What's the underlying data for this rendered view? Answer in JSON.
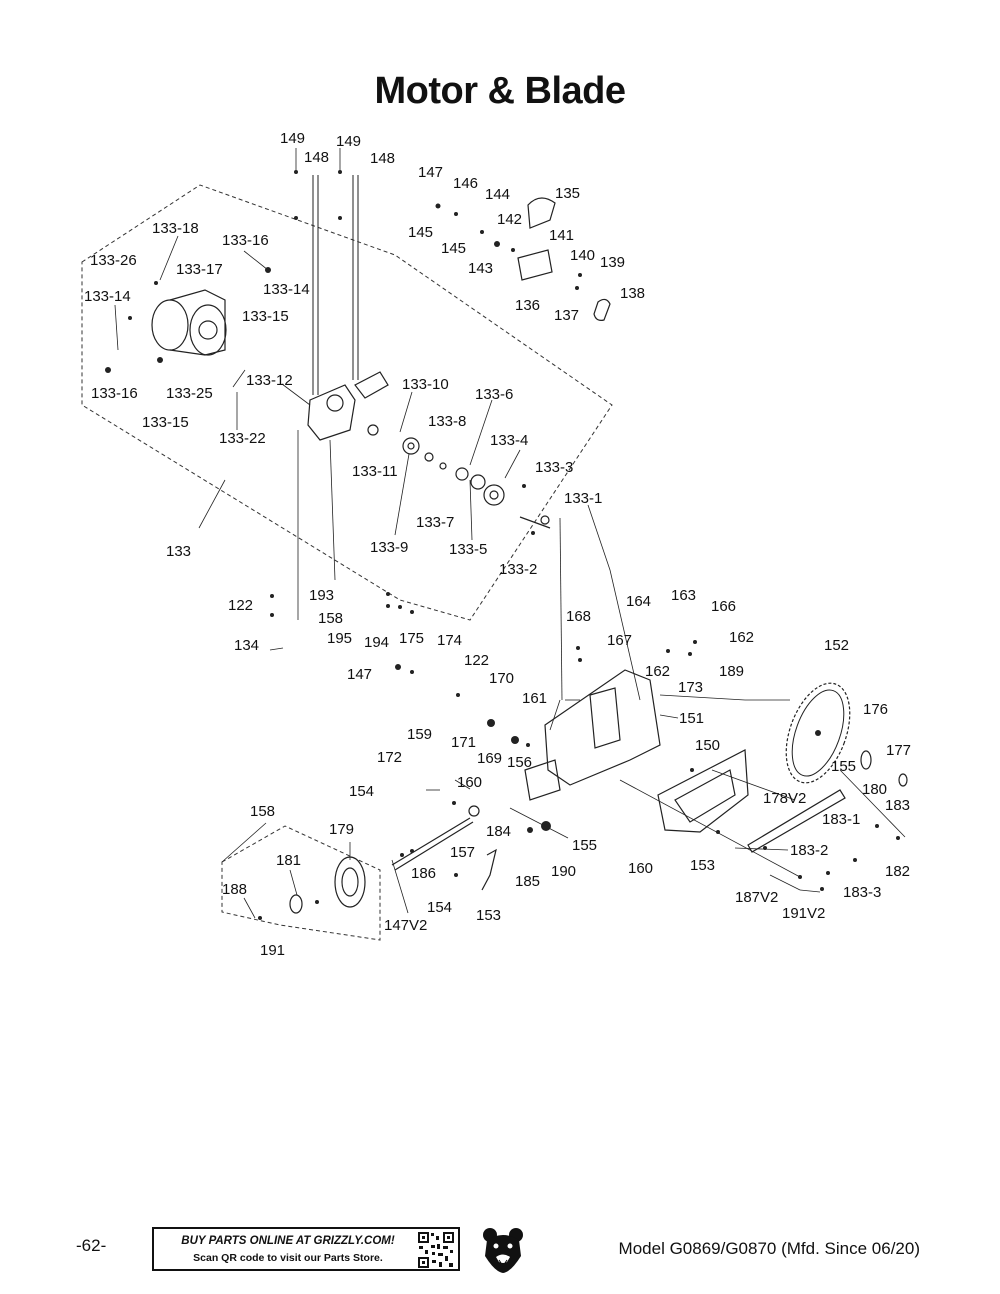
{
  "header": {
    "title": "Motor & Blade"
  },
  "labels": [
    "149",
    "148",
    "149",
    "148",
    "147",
    "146",
    "144",
    "135",
    "145",
    "142",
    "141",
    "145",
    "143",
    "140",
    "139",
    "136",
    "138",
    "137",
    "133-18",
    "133-16",
    "133-26",
    "133-17",
    "133-14",
    "133-14",
    "133-15",
    "133-16",
    "133-25",
    "133-12",
    "133-10",
    "133-6",
    "133-15",
    "133-22",
    "133-8",
    "133-4",
    "133-11",
    "133-3",
    "133-7",
    "133-1",
    "133-9",
    "133-5",
    "133",
    "133-2",
    "193",
    "122",
    "158",
    "168",
    "164",
    "163",
    "166",
    "195",
    "194",
    "175",
    "174",
    "162",
    "134",
    "167",
    "162",
    "152",
    "147",
    "122",
    "189",
    "173",
    "170",
    "161",
    "151",
    "176",
    "159",
    "150",
    "177",
    "172",
    "171",
    "169",
    "156",
    "155",
    "180",
    "160",
    "178V2",
    "154",
    "183",
    "158",
    "183-1",
    "179",
    "184",
    "155",
    "183-2",
    "181",
    "157",
    "160",
    "153",
    "182",
    "186",
    "185",
    "190",
    "183-3",
    "188",
    "154",
    "187V2",
    "153",
    "191V2",
    "147V2",
    "191"
  ],
  "footer": {
    "page_number": "-62-",
    "banner_line1": "BUY PARTS ONLINE AT GRIZZLY.COM!",
    "banner_line2": "Scan QR code to visit our Parts Store.",
    "qr_icon": "qr-code-icon",
    "logo_icon": "grizzly-bear-logo-icon",
    "model": "Model G0869/G0870 (Mfd. Since 06/20)"
  }
}
